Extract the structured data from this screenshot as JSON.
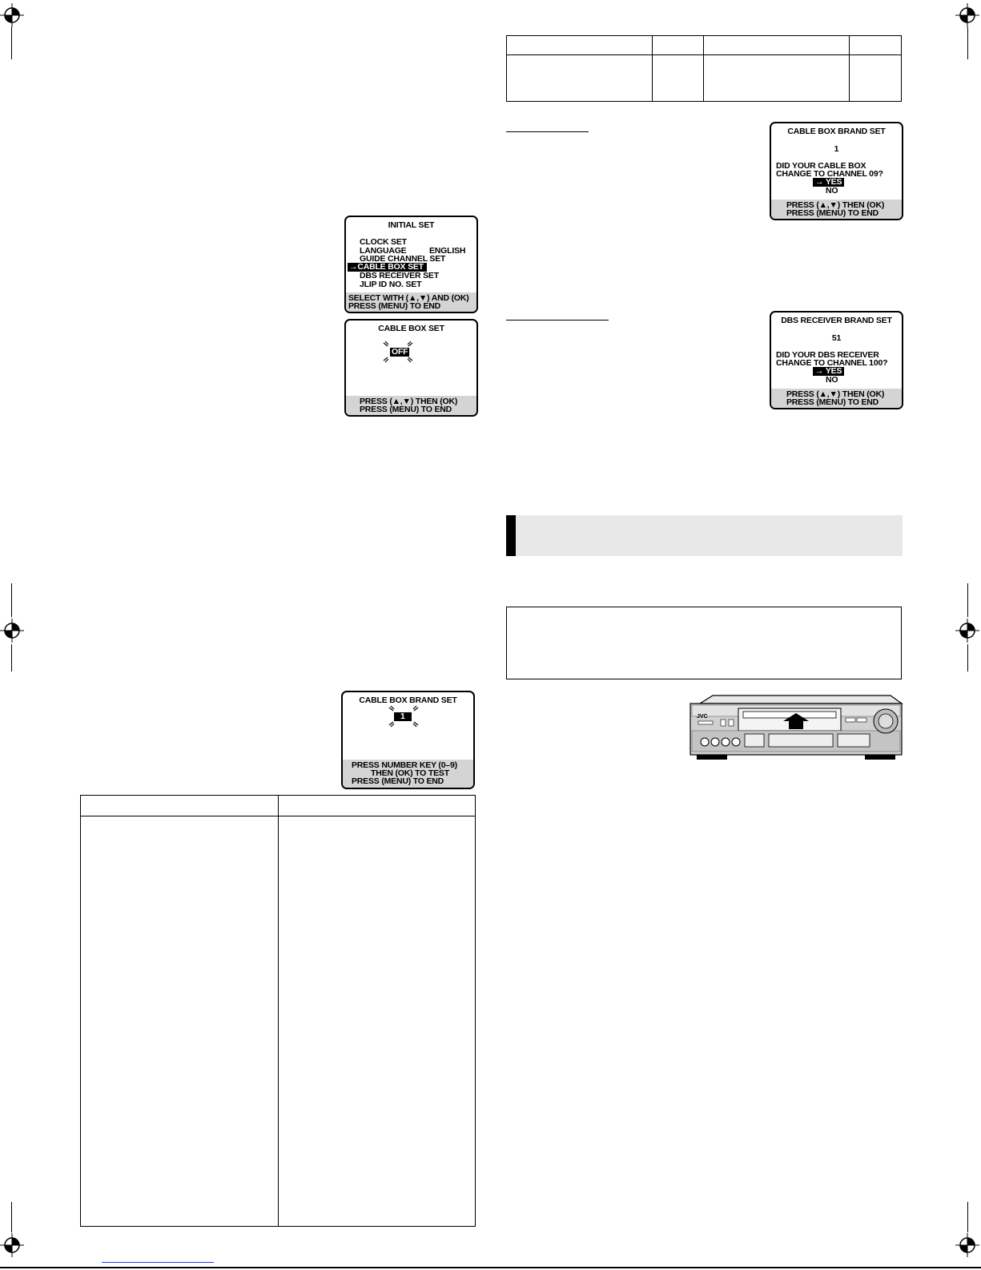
{
  "initial_set_screen": {
    "title": "INITIAL SET",
    "items": [
      "CLOCK SET",
      "LANGUAGE",
      "GUIDE CHANNEL SET",
      "CABLE BOX SET",
      "DBS RECEIVER SET",
      "JLIP ID NO. SET"
    ],
    "language_value": "ENGLISH",
    "selected_index": 3,
    "footer": [
      "SELECT WITH (▲,▼) AND (OK)",
      "PRESS (MENU) TO END"
    ]
  },
  "cable_box_set_screen": {
    "title": "CABLE BOX SET",
    "value": "OFF",
    "footer": [
      "PRESS (▲,▼) THEN (OK)",
      "PRESS (MENU) TO END"
    ]
  },
  "cable_box_brand_set_input_screen": {
    "title": "CABLE BOX BRAND SET",
    "value": "1",
    "footer": [
      "PRESS NUMBER KEY (0–9)",
      "THEN (OK) TO TEST",
      "PRESS (MENU) TO END"
    ]
  },
  "cable_box_brand_confirm_screen": {
    "title": "CABLE BOX BRAND SET",
    "value": "1",
    "question": [
      "DID YOUR CABLE BOX",
      "CHANGE TO CHANNEL 09?"
    ],
    "yes": "YES",
    "no": "NO",
    "arrow": "→",
    "footer": [
      "PRESS (▲,▼) THEN (OK)",
      "PRESS (MENU) TO END"
    ]
  },
  "dbs_receiver_brand_confirm_screen": {
    "title": "DBS RECEIVER BRAND SET",
    "value": "51",
    "question": [
      "DID YOUR DBS RECEIVER",
      "CHANGE TO CHANNEL 100?"
    ],
    "yes": "YES",
    "no": "NO",
    "arrow": "→",
    "footer": [
      "PRESS (▲,▼) THEN (OK)",
      "PRESS (MENU) TO END"
    ]
  },
  "vcr_illustration": {
    "brand": "JVC"
  },
  "icons": {
    "registration_mark": "crosshair-registration-icon",
    "selection_arrow": "right-arrow-icon",
    "flash_marks": "blink-indicator-icon"
  }
}
